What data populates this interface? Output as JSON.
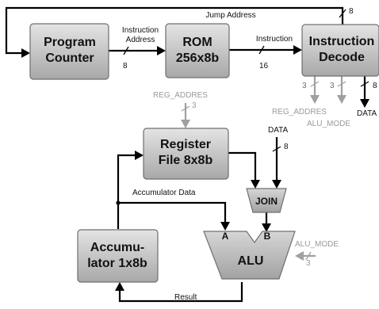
{
  "blocks": {
    "program_counter": {
      "line1": "Program",
      "line2": "Counter"
    },
    "rom": {
      "line1": "ROM",
      "line2": "256x8b"
    },
    "instruction_decode": {
      "line1": "Instruction",
      "line2": "Decode"
    },
    "register_file": {
      "line1": "Register",
      "line2": "File 8x8b"
    },
    "join": {
      "label": "JOIN"
    },
    "accumulator": {
      "line1": "Accumu-",
      "line2": "lator 1x8b"
    },
    "alu": {
      "label": "ALU",
      "port_a": "A",
      "port_b": "B"
    }
  },
  "labels": {
    "jump_address": "Jump Address",
    "jump_width": "8",
    "instruction_address_1": "Instruction",
    "instruction_address_2": "Address",
    "pc_rom_width": "8",
    "instruction": "Instruction",
    "instruction_width": "16",
    "decode_out_reg_width": "3",
    "decode_out_alu_width": "3",
    "decode_out_data_width": "8",
    "reg_addres_out": "REG_ADDRES",
    "alu_mode_out": "ALU_MODE",
    "data_out": "DATA",
    "reg_addres_in": "REG_ADDRES",
    "reg_addres_in_width": "3",
    "data_in": "DATA",
    "data_in_width": "8",
    "accumulator_data": "Accumulator Data",
    "alu_mode_in": "ALU_MODE",
    "alu_mode_in_width": "3",
    "result": "Result"
  },
  "colors": {
    "box_fill_top": "#e2e2e2",
    "box_fill_bottom": "#a9a9a9",
    "box_stroke": "#6f6f6f",
    "wire": "#000000",
    "gray_wire": "#a0a0a0",
    "gray_text": "#9a9a9a"
  }
}
